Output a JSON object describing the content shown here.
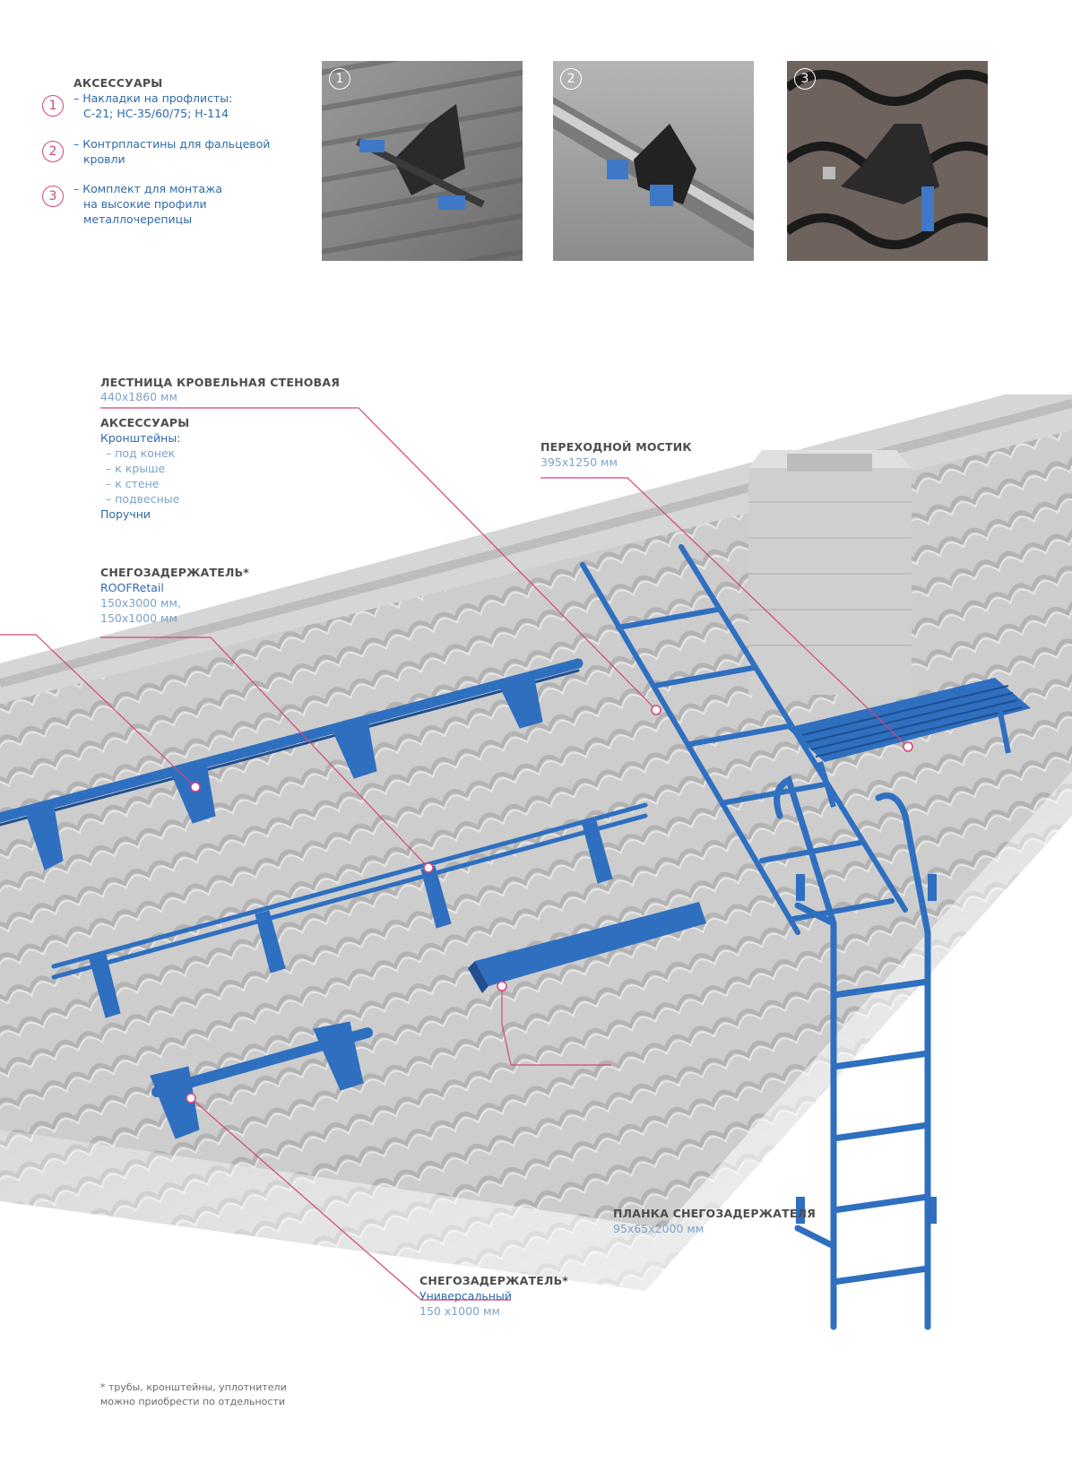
{
  "accessories": {
    "title": "АКСЕССУАРЫ",
    "items": [
      {
        "num": "1",
        "line1": "– Накладки на профлисты:",
        "line2": "С-21; НС-35/60/75; Н-114"
      },
      {
        "num": "2",
        "line1": "– Контрпластины для фальцевой",
        "line2": "кровли"
      },
      {
        "num": "3",
        "line1": "– Комплект для монтажа",
        "line2": "на высокие профили",
        "line3": "металлочерепицы"
      }
    ]
  },
  "photos": [
    {
      "num": "1"
    },
    {
      "num": "2"
    },
    {
      "num": "3"
    }
  ],
  "ladder": {
    "title": "ЛЕСТНИЦА КРОВЕЛЬНАЯ СТЕНОВАЯ",
    "size": "440х1860 мм",
    "acc_title": "АКСЕССУАРЫ",
    "brackets_title": "Кронштейны:",
    "brackets": [
      "– под конек",
      "– к крыше",
      "–  к стене",
      "– подвесные"
    ],
    "rails": "Поручни"
  },
  "bridge": {
    "title": "ПЕРЕХОДНОЙ МОСТИК",
    "size": "395х1250 мм"
  },
  "snow1": {
    "title": "СНЕГОЗАДЕРЖАТЕЛЬ*",
    "name": "ROOFRetail",
    "size1": "150х3000 мм,",
    "size2": "150х1000 мм"
  },
  "plank": {
    "title": "ПЛАНКА СНЕГОЗАДЕРЖАТЕЛЯ",
    "size": "95х65х2000 мм"
  },
  "snow2": {
    "title": "СНЕГОЗАДЕРЖАТЕЛЬ*",
    "name": "Универсальный",
    "size": "150 х1000 мм"
  },
  "footnote": {
    "line1": "* трубы, кронштейны, уплотнители",
    "line2": "можно приобрести по отдельности"
  },
  "colors": {
    "accent": "#d4457a",
    "blue_text": "#2e6aa8",
    "steel_blue": "#2f6fc0",
    "roof": "#cfcfcf"
  }
}
